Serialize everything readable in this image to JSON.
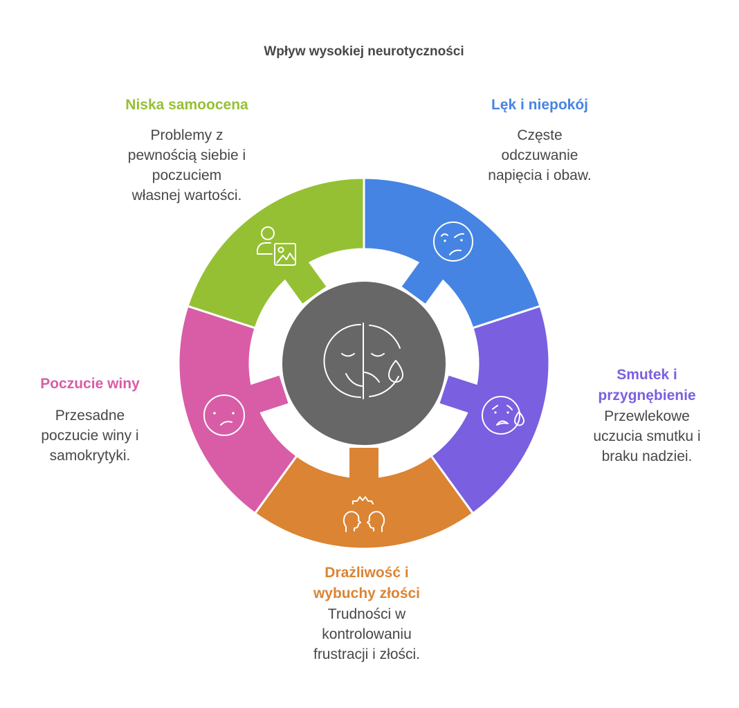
{
  "title": "Wpływ wysokiej neurotyczności",
  "center": {
    "icon": "half-smile-half-crying-face-icon",
    "color": "#676767"
  },
  "segments": [
    {
      "key": "blue",
      "head": "Lęk i niepokój",
      "desc": "Częste odczuwanie napięcia i obaw.",
      "desc_lines": [
        "Częste",
        "odczuwanie",
        "napięcia i obaw."
      ],
      "color": "#4684E3",
      "icon": "frustrated-face-icon"
    },
    {
      "key": "purple",
      "head_lines": [
        "Smutek i",
        "przygnębienie"
      ],
      "head": "Smutek i przygnębienie",
      "desc": "Przewlekowe uczucia smutku i braku nadziei.",
      "desc_lines": [
        "Przewlekowe",
        "uczucia smutku i",
        "braku nadziei."
      ],
      "color": "#7A5FE0",
      "icon": "sad-sweat-face-icon"
    },
    {
      "key": "orange",
      "head_lines": [
        "Drażliwość i",
        "wybuchy złości"
      ],
      "head": "Drażliwość i wybuchy złości",
      "desc": "Trudności w kontrolowaniu frustracji i złości.",
      "desc_lines": [
        "Trudności w",
        "kontrolowaniu",
        "frustracji i złości."
      ],
      "color": "#DB8433",
      "icon": "conflict-people-icon"
    },
    {
      "key": "pink",
      "head": "Poczucie winy",
      "desc": "Przesadne poczucie winy i samokrytyki.",
      "desc_lines": [
        "Przesadne",
        "poczucie winy i",
        "samokrytyki."
      ],
      "color": "#D85DA6",
      "icon": "sad-face-icon"
    },
    {
      "key": "green",
      "head": "Niska samoocena",
      "desc": "Problemy z pewnością siebie i poczuciem własnej wartości.",
      "desc_lines": [
        "Problemy z",
        "pewnością siebie i",
        "poczuciem",
        "własnej wartości."
      ],
      "color": "#95C034",
      "icon": "person-image-icon"
    }
  ]
}
